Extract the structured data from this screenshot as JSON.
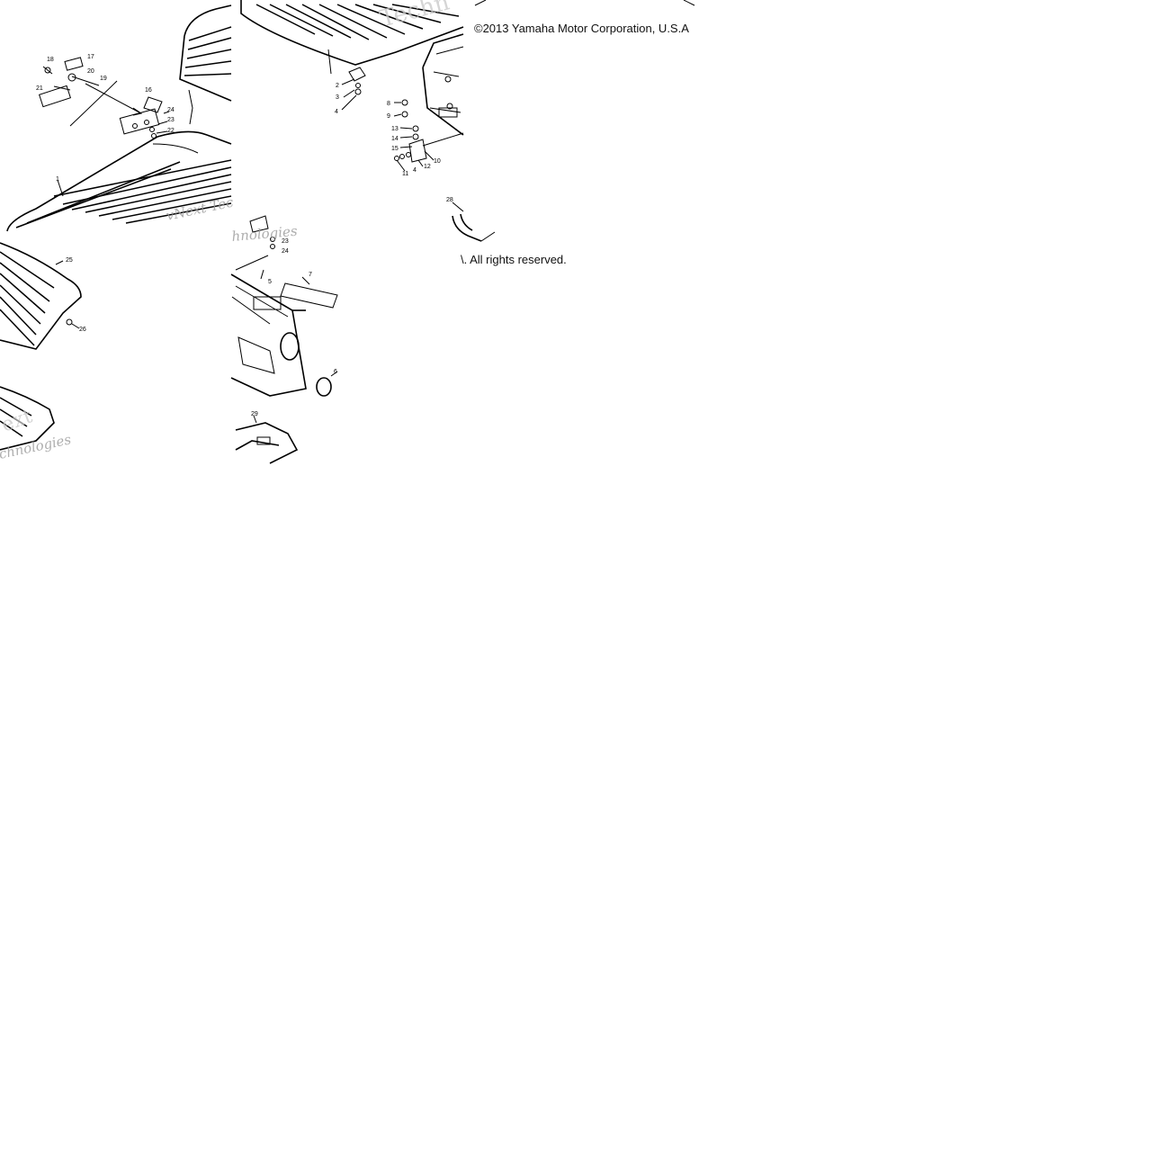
{
  "copyright": {
    "top": "©2013 Yamaha Motor Corporation, U.S.A",
    "bottom": "\\. All rights reserved."
  },
  "watermarks": {
    "a": "vNext Tec",
    "b": "hnologies",
    "c": "Techn",
    "d": "chnologies",
    "e": "ext"
  },
  "callouts": {
    "n1": "1",
    "n2": "2",
    "n3": "3",
    "n4": "4",
    "n5": "5",
    "n6": "6",
    "n7": "7",
    "n8": "8",
    "n9": "9",
    "n10": "10",
    "n11": "11",
    "n12": "12",
    "n13": "13",
    "n14": "14",
    "n15": "15",
    "n16": "16",
    "n17": "17",
    "n18": "18",
    "n19": "19",
    "n20": "20",
    "n21": "21",
    "n22": "22",
    "n23": "23",
    "n24": "24",
    "n25": "25",
    "n26": "26",
    "n28": "28",
    "n29": "29",
    "n23b": "23",
    "n24b": "24",
    "n4b": "4"
  }
}
